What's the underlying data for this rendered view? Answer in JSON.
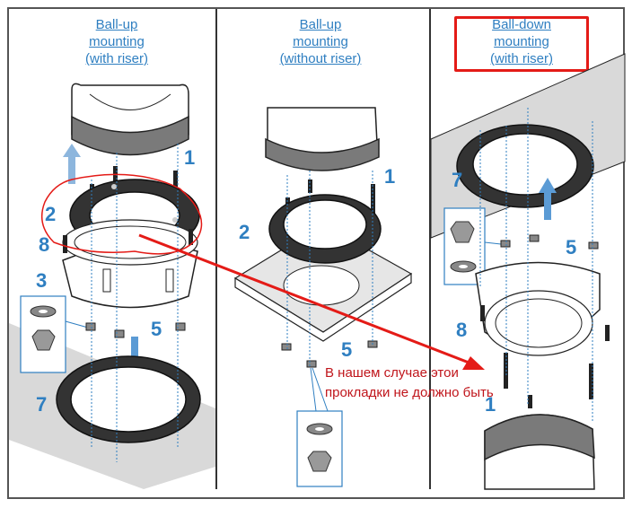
{
  "panels": [
    {
      "title_lines": [
        "Ball-up",
        "mounting",
        "(with riser)"
      ],
      "labels": [
        "1",
        "2",
        "8",
        "3",
        "5",
        "7"
      ]
    },
    {
      "title_lines": [
        "Ball-up",
        "mounting",
        "(without riser)"
      ],
      "labels": [
        "1",
        "2",
        "5"
      ]
    },
    {
      "title_lines": [
        "Ball-down",
        "mounting",
        "(with riser)"
      ],
      "labels": [
        "7",
        "5",
        "8",
        "1"
      ]
    }
  ],
  "annotation": {
    "note_lines": [
      "В нашем случае этои",
      "прокладки не должно быть"
    ],
    "color": "#e41b17"
  },
  "colors": {
    "label_blue": "#2f7fc1",
    "gasket": "#333333",
    "housing": "#7a7a7a",
    "surface": "#d9d9d9"
  }
}
